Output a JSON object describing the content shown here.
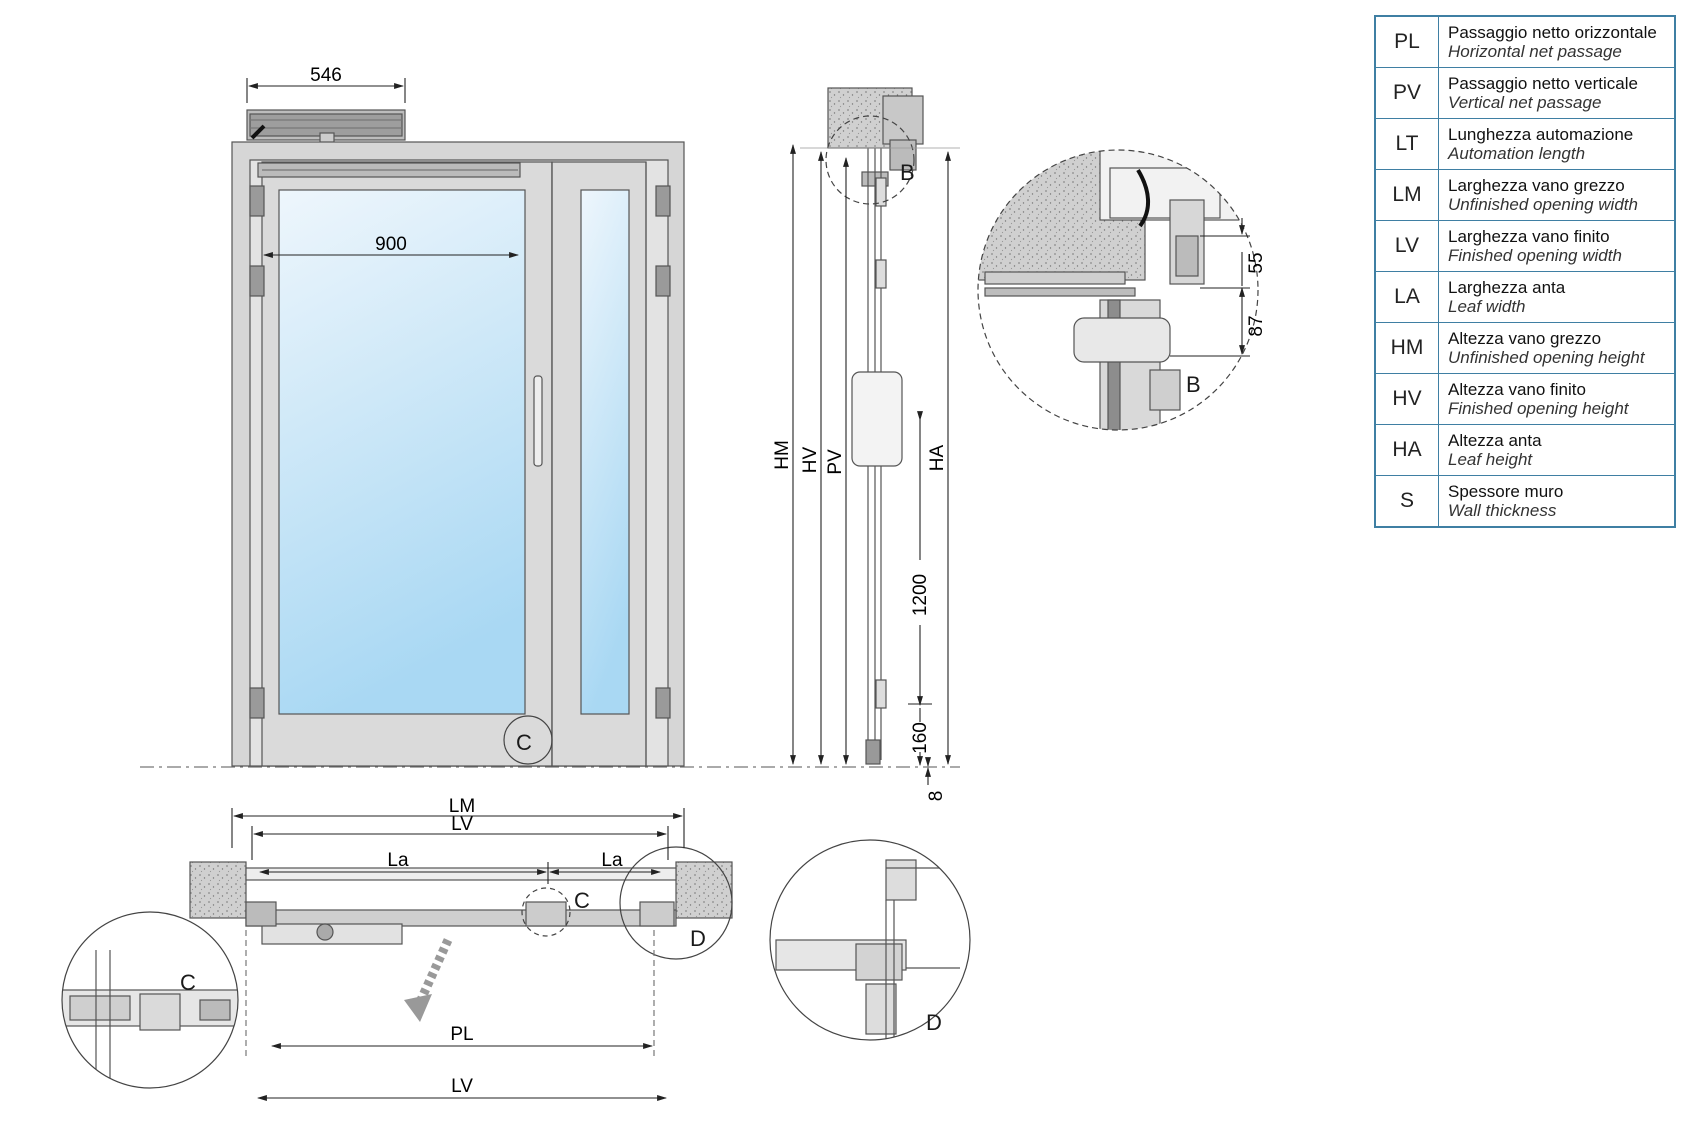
{
  "dimensions": {
    "operator_width": "546",
    "leaf_opening": "900",
    "height_1200": "1200",
    "height_160": "160",
    "gap_8": "8",
    "gap_55": "55",
    "gap_87": "87",
    "plan_LM": "LM",
    "plan_LV_top": "LV",
    "plan_La_left": "La",
    "plan_La_right": "La",
    "plan_PL": "PL",
    "plan_LV_bottom": "LV",
    "side_HM": "HM",
    "side_HV": "HV",
    "side_PV": "PV",
    "side_HA": "HA"
  },
  "callouts": {
    "elev_C": "C",
    "side_B": "B",
    "detail_B": "B",
    "plan_C": "C",
    "plan_D": "D",
    "detail_C": "C",
    "detail_D": "D"
  },
  "colors": {
    "line": "#555555",
    "frame": "#d3d3d3",
    "glass_top": "#eef6fc",
    "glass_bottom": "#a9d8f3",
    "legend_border": "#3f7fa3",
    "concrete": "#d0d0d0"
  },
  "legend": [
    {
      "code": "PL",
      "it": "Passaggio netto orizzontale",
      "en": "Horizontal net passage"
    },
    {
      "code": "PV",
      "it": "Passaggio netto verticale",
      "en": "Vertical net passage"
    },
    {
      "code": "LT",
      "it": "Lunghezza automazione",
      "en": "Automation length"
    },
    {
      "code": "LM",
      "it": "Larghezza vano grezzo",
      "en": "Unfinished opening width"
    },
    {
      "code": "LV",
      "it": "Larghezza vano finito",
      "en": "Finished opening width"
    },
    {
      "code": "LA",
      "it": "Larghezza anta",
      "en": "Leaf width"
    },
    {
      "code": "HM",
      "it": "Altezza vano grezzo",
      "en": "Unfinished opening height"
    },
    {
      "code": "HV",
      "it": "Altezza vano finito",
      "en": "Finished opening height"
    },
    {
      "code": "HA",
      "it": "Altezza anta",
      "en": "Leaf height"
    },
    {
      "code": "S",
      "it": "Spessore muro",
      "en": "Wall thickness"
    }
  ]
}
